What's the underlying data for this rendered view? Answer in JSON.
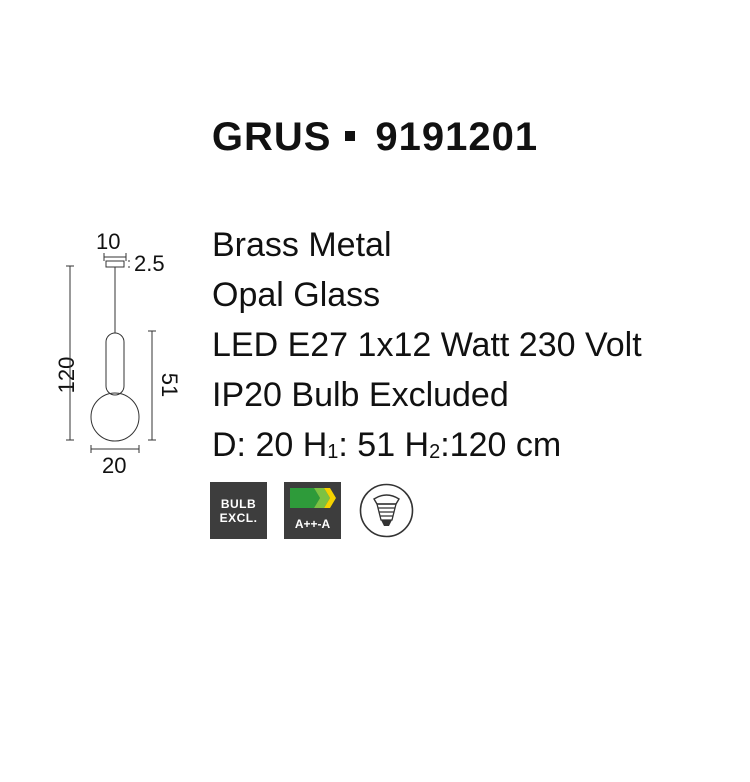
{
  "header": {
    "name": "GRUS",
    "code": "9191201"
  },
  "specs": {
    "material": "Brass Metal",
    "glass": "Opal Glass",
    "light": "LED E27 1x12 Watt 230 Volt",
    "rating": "IP20 Bulb Excluded",
    "dims_prefix": "D: 20 H",
    "dims_h1_sub": "1",
    "dims_mid": ": 51 H",
    "dims_h2_sub": "2",
    "dims_suffix": ":120 cm"
  },
  "drawing": {
    "canopy_width": "10",
    "canopy_height": "2.5",
    "total_height": "120",
    "shade_height": "51",
    "diameter": "20"
  },
  "badges": {
    "bulb_line1": "BULB",
    "bulb_line2": "EXCL.",
    "energy_label": "A++-A",
    "energy_colors": [
      "#2e9b3a",
      "#7cc242",
      "#f5d200"
    ],
    "socket_icon": "e27-socket-icon"
  }
}
